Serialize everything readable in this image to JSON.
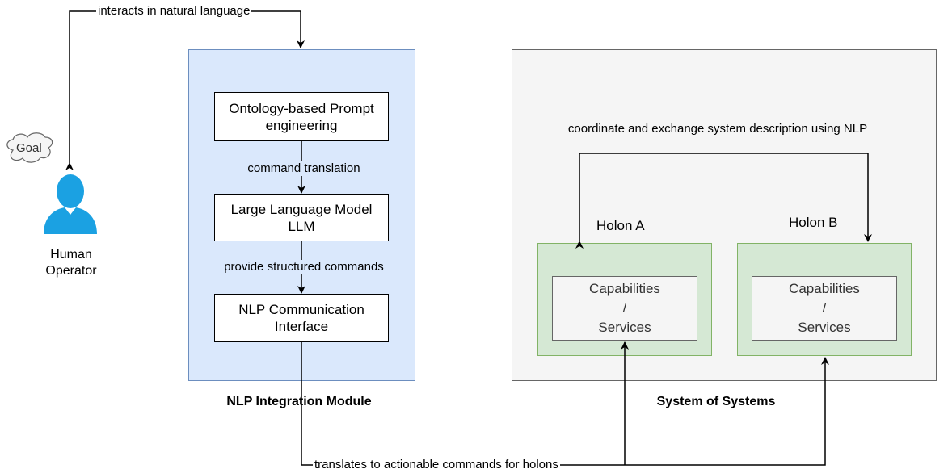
{
  "human": {
    "goal": "Goal",
    "label_line1": "Human",
    "label_line2": "Operator"
  },
  "edges": {
    "interacts": "interacts in natural language",
    "command_translation": "command translation",
    "structured_commands": "provide structured commands",
    "coordinate": "coordinate and exchange system description using NLP",
    "translates": "translates to actionable commands for holons"
  },
  "module": {
    "title": "NLP Integration Module",
    "prompt_line1": "Ontology-based Prompt",
    "prompt_line2": "engineering",
    "llm_line1": "Large Language Model",
    "llm_line2": "LLM",
    "nlp_line1": "NLP Communication",
    "nlp_line2": "Interface"
  },
  "sos": {
    "title": "System of Systems",
    "holons": [
      {
        "name": "Holon A",
        "cap_line1": "Capabilities",
        "cap_line2": "/",
        "cap_line3": "Services"
      },
      {
        "name": "Holon B",
        "cap_line1": "Capabilities",
        "cap_line2": "/",
        "cap_line3": "Services"
      }
    ]
  }
}
